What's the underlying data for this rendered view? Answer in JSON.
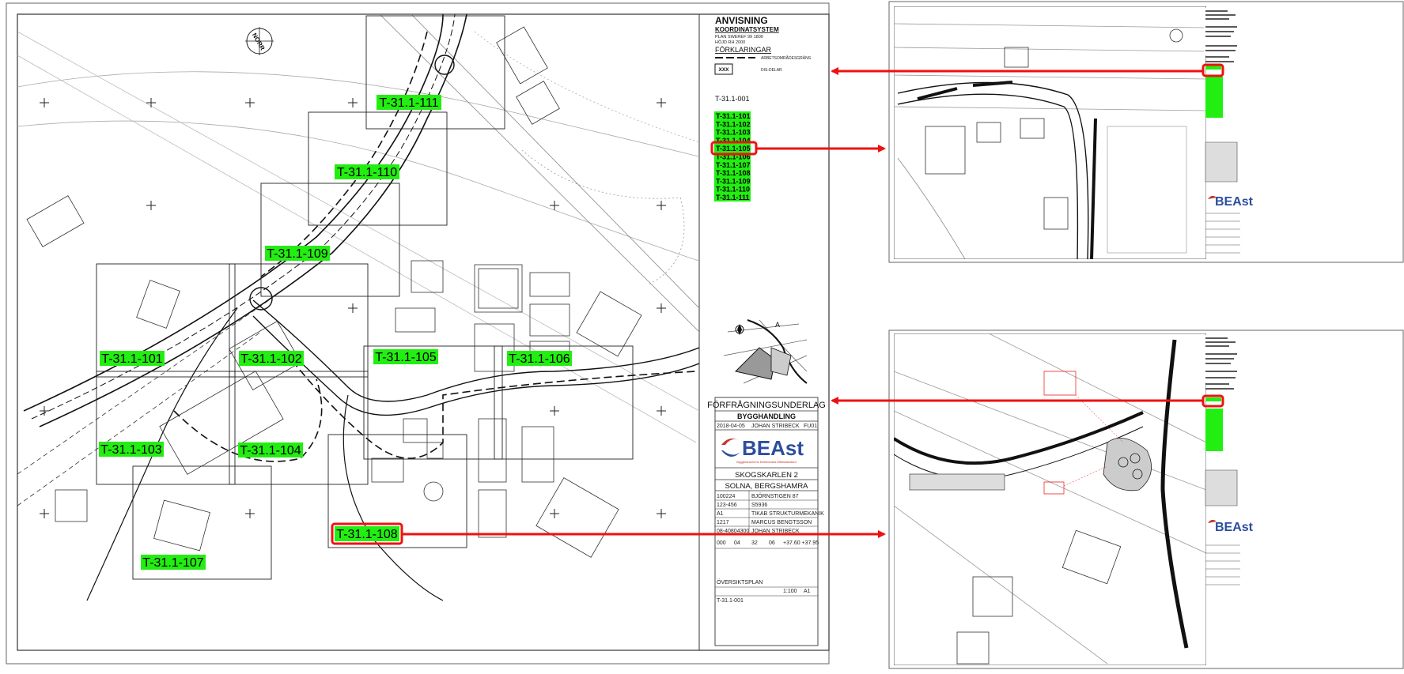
{
  "main_sheet": {
    "north_label": "NORR",
    "area_tags": [
      {
        "id": "111",
        "label": "T-31.1-111"
      },
      {
        "id": "110",
        "label": "T-31.1-110"
      },
      {
        "id": "109",
        "label": "T-31.1-109"
      },
      {
        "id": "101",
        "label": "T-31.1-101"
      },
      {
        "id": "102",
        "label": "T-31.1-102"
      },
      {
        "id": "105",
        "label": "T-31.1-105"
      },
      {
        "id": "106",
        "label": "T-31.1-106"
      },
      {
        "id": "103",
        "label": "T-31.1-103"
      },
      {
        "id": "104",
        "label": "T-31.1-104"
      },
      {
        "id": "108",
        "label": "T-31.1-108"
      },
      {
        "id": "107",
        "label": "T-31.1-107"
      }
    ],
    "highlighted_tag": "T-31.1-108",
    "legend": {
      "title": "ANVISNING",
      "subtitle": "KOORDINATSYSTEM",
      "plan_line": "PLAN SWEREF 99 1800",
      "height_line": "HÖJD RH 2000",
      "explanations_title": "FÖRKLARINGAR",
      "boundary_text": "ARBETSOMRÅDESGRÄNS",
      "box_symbol": "XXX",
      "box_text": "DIS-DELAR",
      "overview_code": "T-31.1-001",
      "sheet_codes": [
        "T-31.1-101",
        "T-31.1-102",
        "T-31.1-103",
        "T-31.1-104",
        "T-31.1-105",
        "T-31.1-106",
        "T-31.1-107",
        "T-31.1-108",
        "T-31.1-109",
        "T-31.1-110",
        "T-31.1-111"
      ],
      "highlighted_code": "T-31.1-105"
    },
    "title_block": {
      "status": "FÖRFRÅGNINGSUNDERLAG",
      "phase": "BYGGHANDLING",
      "date": "2018-04-05",
      "drawn_by": "JOHAN STRIBECK",
      "sheet_tag": "FU01",
      "logo_text": "BEAst",
      "logo_subtitle": "Byggbranschens Elektroniska Affärsstandard",
      "project_name": "SKOGSKARLEN 2",
      "project_location": "SOLNA, BERGSHAMRA",
      "rows": [
        [
          "100224",
          "BJÖRNSTIGEN 87"
        ],
        [
          "123-456",
          "S5936"
        ],
        [
          "A1",
          "TIKAB STRUKTURMEKANIK"
        ],
        [
          "1217",
          "MARCUS BENGTSSON"
        ],
        [
          "08-40804300",
          "JOHAN STRIBECK"
        ]
      ],
      "scale_row": [
        "000",
        "04",
        "32",
        "06",
        "+37.60 +37.95"
      ],
      "plan_title": "ÖVERSIKTSPLAN",
      "scale": "1:100",
      "format": "A1",
      "drawing_number": "T-31.1-001"
    }
  },
  "callouts": [
    {
      "from": "legend-code-105",
      "to": "detail-sheet-105"
    },
    {
      "from": "detail-sheet-108-tag",
      "to": "legend-box-top"
    },
    {
      "from": "area-tag-108",
      "to": "detail-sheet-108"
    }
  ],
  "detail_sheets": [
    {
      "id": "105",
      "logo_text": "BEAst"
    },
    {
      "id": "108",
      "logo_text": "BEAst"
    }
  ],
  "colors": {
    "tag_green": "#22ee11",
    "callout_red": "#ee1111",
    "line": "#222222",
    "dashed_road": "#111111"
  },
  "icons": [
    "north-arrow-icon",
    "logo-icon"
  ]
}
